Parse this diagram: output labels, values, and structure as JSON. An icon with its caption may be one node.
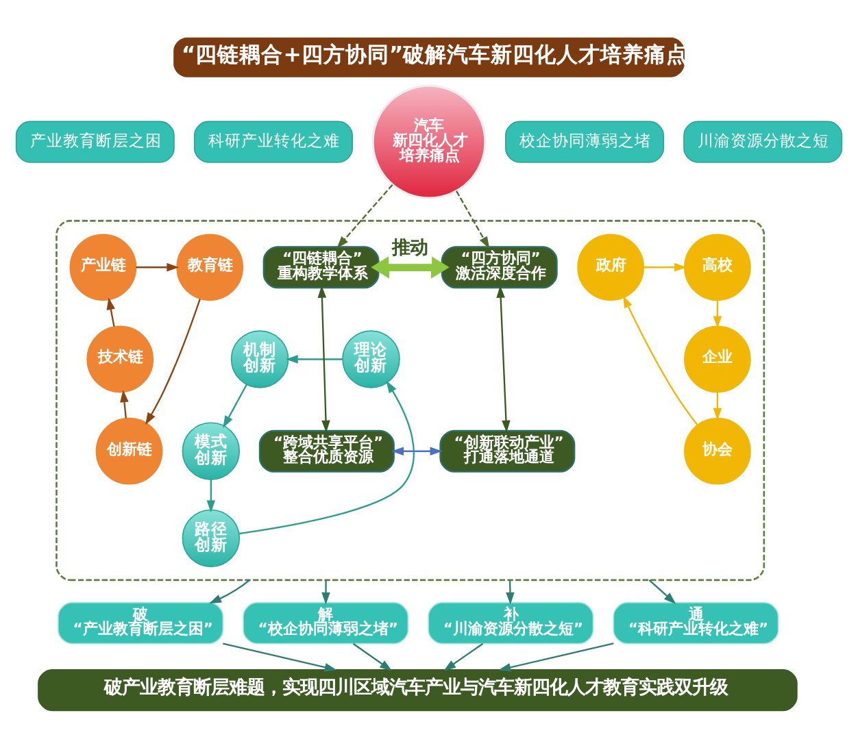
{
  "diagram": {
    "title": "“四链耦合+四方协同”破解汽车新四化人才培养痛点",
    "nodes": [
      {
        "text": [
          "产业教育断层之困"
        ]
      },
      {
        "text": [
          "校企协同薄弱之堵"
        ]
      },
      {
        "text": [
          "汽车新四化人才培养痛点"
        ]
      },
      {
        "text": [
          "科研产业转化之难"
        ]
      },
      {
        "text": [
          "川渝资源分散之短"
        ]
      },
      {
        "text": [],
        "shape": "box"
      },
      {
        "text": [
          "教育链"
        ],
        "in": 5
      },
      {
        "text": [
          "产业链"
        ],
        "in": 5
      },
      {
        "text": [
          "理论创新"
        ],
        "in": 5
      },
      {
        "text": [
          "机制创新"
        ],
        "in": 5
      },
      {
        "text": [
          "政府"
        ],
        "in": 5
      },
      {
        "text": [
          "高校"
        ],
        "in": 5
      },
      {
        "text": [
          "“四链耦合”",
          "重构教学体系"
        ],
        "in": 5
      },
      {
        "text": [
          "“四方协同”",
          "激活深度合作"
        ],
        "in": 5
      },
      {
        "text": [
          "企业"
        ],
        "in": 5
      },
      {
        "text": [
          "技术链"
        ],
        "in": 5
      },
      {
        "text": [
          "路径创新"
        ],
        "in": 5
      },
      {
        "text": [
          "模式创新"
        ],
        "in": 5
      },
      {
        "text": [
          "创新链"
        ],
        "in": 5
      },
      {
        "text": [
          "协会"
        ],
        "in": 5
      },
      {
        "text": [
          "“跨域共享平台”",
          "整合优质资源"
        ],
        "in": 5
      },
      {
        "text": [
          "“创新联动产业”",
          "打通落地通道"
        ],
        "in": 5
      },
      {
        "text": [
          "破",
          "“产业教育断层之困”"
        ]
      },
      {
        "text": [
          "解",
          "“校企协同薄弱之堵”"
        ]
      },
      {
        "text": [
          "补",
          "“川渝资源分散之短”"
        ]
      },
      {
        "text": [
          "通",
          "“科研产业转化之难”"
        ]
      },
      {
        "text": [
          "破产业教育断层难题，实现四川区域汽车产业与汽车新四化人才教育实践双升级"
        ]
      }
    ],
    "edges": [
      {
        "from": 7,
        "to": 6,
        "arrow": "to",
        "color": "#8b4513"
      },
      {
        "from": 6,
        "to": 18,
        "arrow": "to",
        "color": "#8b4513"
      },
      {
        "from": 18,
        "to": 15,
        "arrow": "to",
        "color": "#8b4513"
      },
      {
        "from": 15,
        "to": 7,
        "arrow": "to",
        "color": "#8b4513"
      },
      {
        "from": 8,
        "to": 9,
        "arrow": "to",
        "color": "#2a9d8f"
      },
      {
        "from": 9,
        "to": 17,
        "arrow": "to",
        "color": "#2a9d8f"
      },
      {
        "from": 17,
        "to": 16,
        "arrow": "to",
        "color": "#2a9d8f"
      },
      {
        "from": 16,
        "to": 8,
        "arrow": "to",
        "color": "#2a9d8f"
      },
      {
        "from": 10,
        "to": 11,
        "arrow": "to",
        "color": "#f2b705"
      },
      {
        "from": 11,
        "to": 14,
        "arrow": "to",
        "color": "#f2b705"
      },
      {
        "from": 14,
        "to": 19,
        "arrow": "to",
        "color": "#f2b705"
      },
      {
        "from": 19,
        "to": 10,
        "arrow": "to",
        "color": "#f2b705"
      },
      {
        "from": 2,
        "to": 12,
        "arrow": "to",
        "style": "dashed",
        "color": "#4f6b2f"
      },
      {
        "from": 2,
        "to": 13,
        "arrow": "to",
        "style": "dashed",
        "color": "#4f6b2f"
      },
      {
        "from": 12,
        "to": 13,
        "arrow": "both",
        "label": "推动",
        "style": "thick",
        "color": "#8dc63f"
      },
      {
        "from": 12,
        "to": 20,
        "arrow": "both",
        "color": "#3b5a23"
      },
      {
        "from": 13,
        "to": 21,
        "arrow": "both",
        "color": "#3b5a23"
      },
      {
        "from": 20,
        "to": 21,
        "arrow": "both",
        "color": "#4a72c4"
      },
      {
        "from": 5,
        "to": 22,
        "arrow": "to"
      },
      {
        "from": 5,
        "to": 23,
        "arrow": "to"
      },
      {
        "from": 5,
        "to": 24,
        "arrow": "to"
      },
      {
        "from": 5,
        "to": 25,
        "arrow": "to"
      },
      {
        "from": 22,
        "to": 26,
        "arrow": "to"
      },
      {
        "from": 23,
        "to": 26,
        "arrow": "to"
      },
      {
        "from": 24,
        "to": 26,
        "arrow": "to"
      },
      {
        "from": 25,
        "to": 26,
        "arrow": "to"
      }
    ]
  }
}
